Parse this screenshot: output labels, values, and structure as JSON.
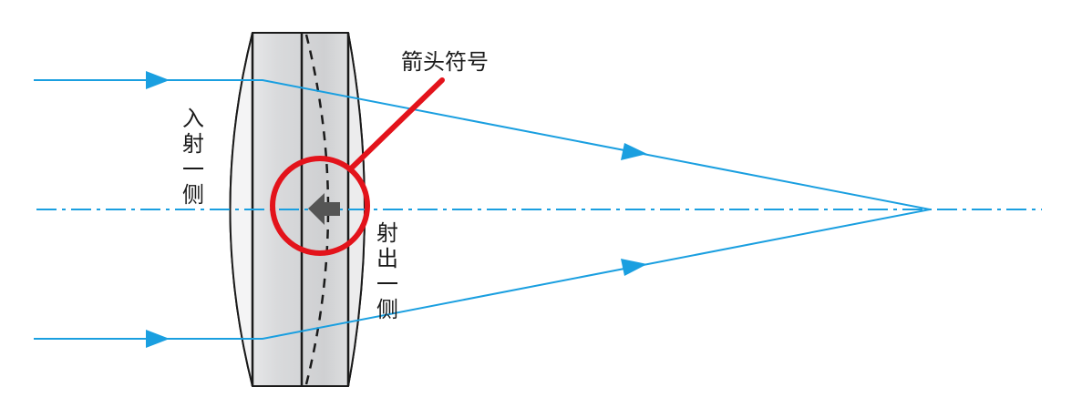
{
  "labels": {
    "arrow_symbol": "箭头符号",
    "incident_side": [
      "入",
      "射",
      "一",
      "侧"
    ],
    "exit_side": [
      "射",
      "出",
      "一",
      "侧"
    ]
  },
  "colors": {
    "ray": "#1a9fe0",
    "highlight_circle": "#e3131b",
    "lens_body": "#d7d8da",
    "lens_edge": "#1a1a1a",
    "direction_arrow": "#555555",
    "text": "#1a1a1a"
  },
  "icons": {
    "direction_arrow": "left-arrow-icon",
    "ray_arrow": "triangle-arrowhead-icon"
  }
}
